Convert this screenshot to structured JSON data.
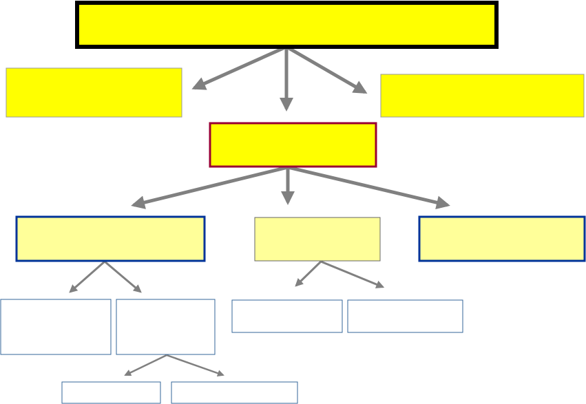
{
  "diagram": {
    "colors": {
      "background": "#ffffff",
      "connector": "#808080",
      "root_fill": "#ffff00",
      "root_border": "#000000",
      "level1_fill": "#ffff00",
      "level1_border": "#999999",
      "hub_fill": "#ffff00",
      "hub_border": "#990033",
      "level2_strong_fill": "#ffff99",
      "level2_border_blue": "#003399",
      "level2_soft_border": "#666666",
      "leaf_fill": "#ffffff",
      "leaf_border": "#336699"
    },
    "nodes": [
      {
        "id": "root",
        "label": ""
      },
      {
        "id": "left-top",
        "label": ""
      },
      {
        "id": "right-top",
        "label": ""
      },
      {
        "id": "hub",
        "label": ""
      },
      {
        "id": "mid-left",
        "label": ""
      },
      {
        "id": "mid-center",
        "label": ""
      },
      {
        "id": "mid-right",
        "label": ""
      },
      {
        "id": "leaf-1",
        "label": ""
      },
      {
        "id": "leaf-2",
        "label": ""
      },
      {
        "id": "leaf-3",
        "label": ""
      },
      {
        "id": "leaf-4",
        "label": ""
      },
      {
        "id": "leaf-5",
        "label": ""
      },
      {
        "id": "leaf-6",
        "label": ""
      }
    ],
    "edges": [
      {
        "from": "root",
        "to": "left-top"
      },
      {
        "from": "root",
        "to": "hub"
      },
      {
        "from": "root",
        "to": "right-top"
      },
      {
        "from": "hub",
        "to": "mid-left"
      },
      {
        "from": "hub",
        "to": "mid-center"
      },
      {
        "from": "hub",
        "to": "mid-right"
      },
      {
        "from": "mid-left",
        "to": "leaf-1"
      },
      {
        "from": "mid-left",
        "to": "leaf-2"
      },
      {
        "from": "mid-center",
        "to": "leaf-3"
      },
      {
        "from": "mid-center",
        "to": "leaf-4"
      },
      {
        "from": "leaf-2",
        "to": "leaf-5"
      },
      {
        "from": "leaf-2",
        "to": "leaf-6"
      }
    ]
  }
}
